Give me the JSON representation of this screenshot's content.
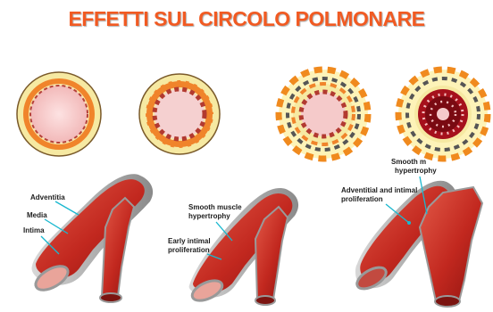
{
  "title": "EFFETTI SUL CIRCOLO POLMONARE",
  "colors": {
    "title": "#f15a22",
    "leader": "#19b8cf",
    "adventitia": "#f6e9a2",
    "muscle": "#f0842b",
    "lumen": "#f5c8c8",
    "vessel": "#c8342a",
    "neointima": "#7a0a12"
  },
  "stages": [
    {
      "labels": [
        {
          "text": "Adventitia"
        },
        {
          "text": "Media"
        },
        {
          "text": "Intima"
        }
      ]
    },
    {
      "labels": [
        {
          "text": "Smooth muscle"
        },
        {
          "text": "hypertrophy"
        },
        {
          "text": "Early intimal"
        },
        {
          "text": "proliferation"
        }
      ]
    },
    {
      "labels": [
        {
          "text": "Adventitial and intimal"
        },
        {
          "text": "proliferation"
        },
        {
          "text": "Smooth m"
        },
        {
          "text": "hypertrophy"
        }
      ]
    }
  ]
}
